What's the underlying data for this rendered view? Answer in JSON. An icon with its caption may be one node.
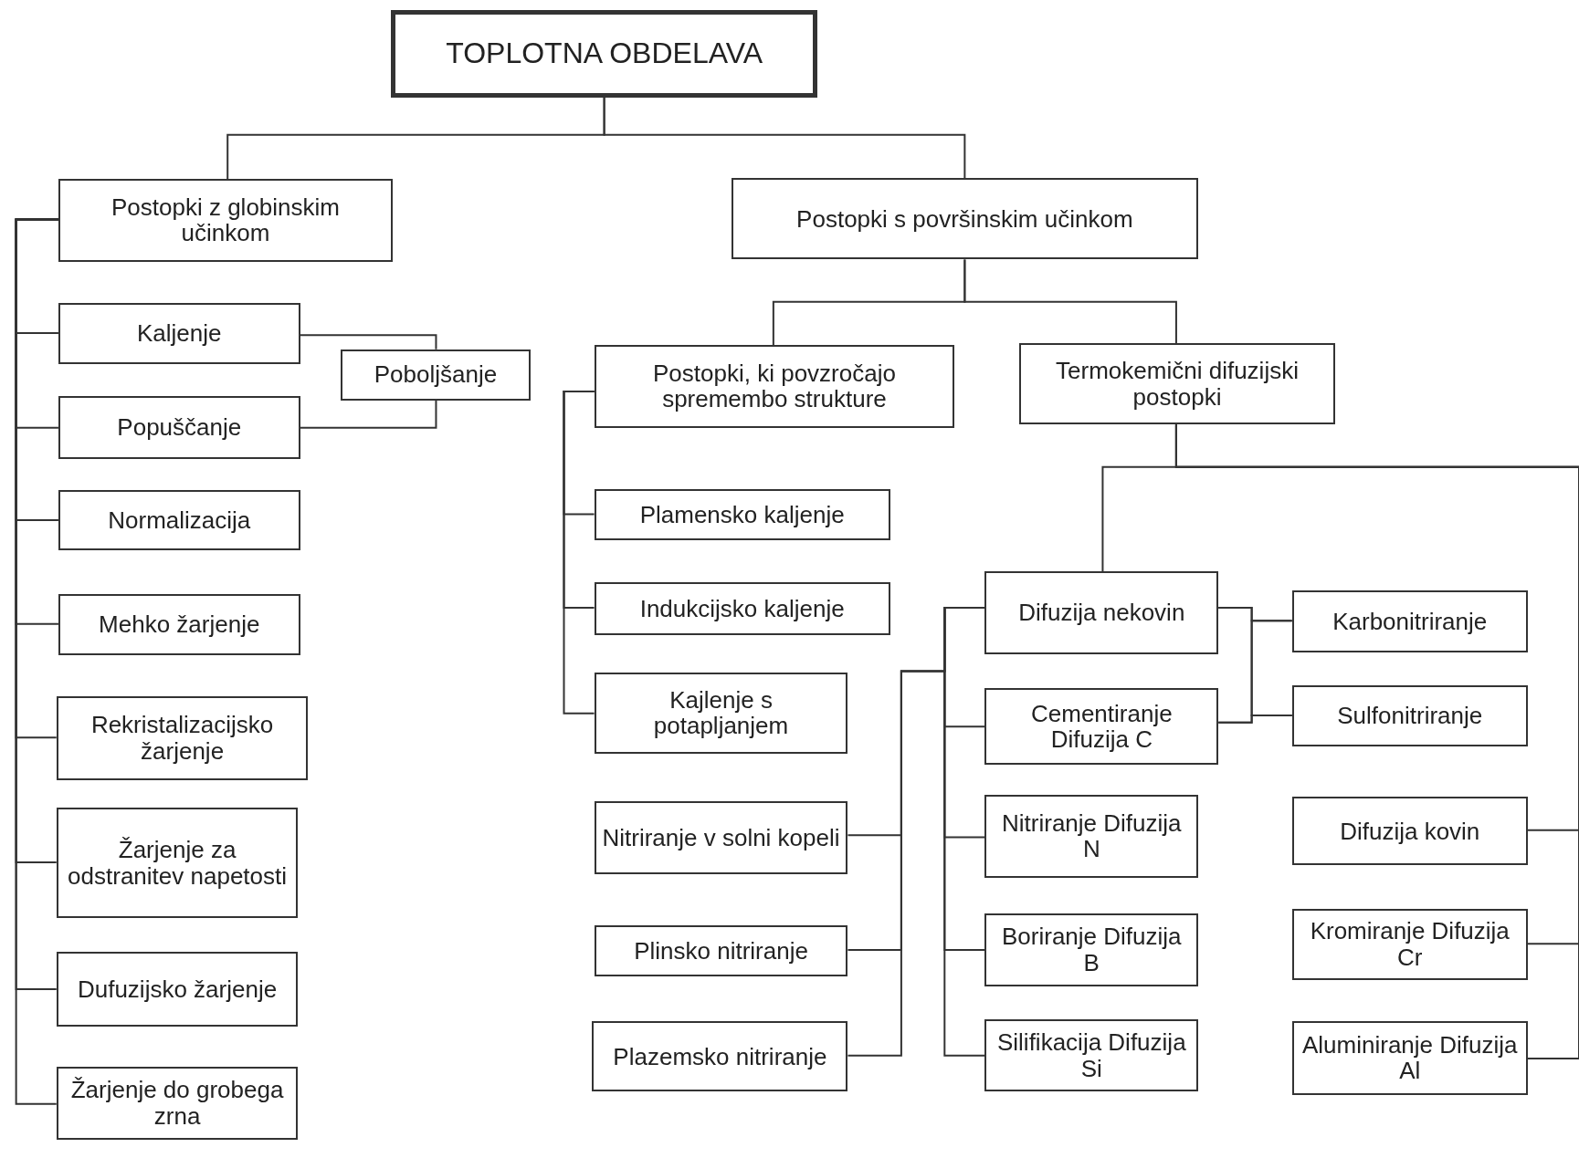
{
  "diagram": {
    "nodes": [
      {
        "text": [
          "TOPLOTNA OBDELAVA"
        ]
      },
      {
        "text": [
          "Postopki z globinskim učinkom"
        ]
      },
      {
        "text": [
          "Postopki s površinskim učinkom"
        ]
      },
      {
        "text": [
          "Kaljenje"
        ]
      },
      {
        "text": [
          "Poboljšanje"
        ]
      },
      {
        "text": [
          "Popuščanje"
        ]
      },
      {
        "text": [
          "Normalizacija"
        ]
      },
      {
        "text": [
          "Mehko žarjenje"
        ]
      },
      {
        "text": [
          "Rekristalizacijsko žarjenje"
        ]
      },
      {
        "text": [
          "Žarjenje za odstranitev napetosti"
        ]
      },
      {
        "text": [
          "Dufuzijsko žarjenje"
        ]
      },
      {
        "text": [
          "Žarjenje do grobega zrna"
        ]
      },
      {
        "text": [
          "Postopki, ki povzročajo spremembo strukture"
        ]
      },
      {
        "text": [
          "Termokemični difuzijski postopki"
        ]
      },
      {
        "text": [
          "Plamensko kaljenje"
        ]
      },
      {
        "text": [
          "Indukcijsko kaljenje"
        ]
      },
      {
        "text": [
          "Kajlenje s potapljanjem"
        ]
      },
      {
        "text": [
          "Nitriranje v solni kopeli"
        ]
      },
      {
        "text": [
          "Plinsko nitriranje"
        ]
      },
      {
        "text": [
          "Plazemsko nitriranje"
        ]
      },
      {
        "text": [
          "Difuzija nekovin"
        ]
      },
      {
        "text": [
          "Cementiranje Difuzija C"
        ]
      },
      {
        "text": [
          "Nitriranje Difuzija N"
        ]
      },
      {
        "text": [
          "Boriranje Difuzija B"
        ]
      },
      {
        "text": [
          "Silifikacija Difuzija Si"
        ]
      },
      {
        "text": [
          "Karbonitriranje"
        ]
      },
      {
        "text": [
          "Sulfonitriranje"
        ]
      },
      {
        "text": [
          "Difuzija kovin"
        ]
      },
      {
        "text": [
          "Kromiranje Difuzija Cr"
        ]
      },
      {
        "text": [
          "Aluminiranje Difuzija Al"
        ]
      }
    ],
    "edges": [
      {
        "from": 0,
        "to": 1,
        "arrow": "none"
      },
      {
        "from": 0,
        "to": 2,
        "arrow": "none"
      },
      {
        "from": 1,
        "to": 3,
        "arrow": "none"
      },
      {
        "from": 1,
        "to": 5,
        "arrow": "none"
      },
      {
        "from": 1,
        "to": 6,
        "arrow": "none"
      },
      {
        "from": 1,
        "to": 7,
        "arrow": "none"
      },
      {
        "from": 1,
        "to": 8,
        "arrow": "none"
      },
      {
        "from": 1,
        "to": 9,
        "arrow": "none"
      },
      {
        "from": 1,
        "to": 10,
        "arrow": "none"
      },
      {
        "from": 1,
        "to": 11,
        "arrow": "none"
      },
      {
        "from": 3,
        "to": 4,
        "arrow": "none"
      },
      {
        "from": 5,
        "to": 4,
        "arrow": "none"
      },
      {
        "from": 2,
        "to": 12,
        "arrow": "none"
      },
      {
        "from": 2,
        "to": 13,
        "arrow": "none"
      },
      {
        "from": 12,
        "to": 14,
        "arrow": "none"
      },
      {
        "from": 12,
        "to": 15,
        "arrow": "none"
      },
      {
        "from": 12,
        "to": 16,
        "arrow": "none"
      },
      {
        "from": 13,
        "to": 20,
        "arrow": "none"
      },
      {
        "from": 13,
        "to": 27,
        "arrow": "none"
      },
      {
        "from": 13,
        "to": 28,
        "arrow": "none"
      },
      {
        "from": 13,
        "to": 29,
        "arrow": "none"
      },
      {
        "from": 20,
        "to": 21,
        "arrow": "none"
      },
      {
        "from": 20,
        "to": 22,
        "arrow": "none"
      },
      {
        "from": 20,
        "to": 23,
        "arrow": "none"
      },
      {
        "from": 20,
        "to": 24,
        "arrow": "none"
      },
      {
        "from": 20,
        "to": 17,
        "arrow": "none"
      },
      {
        "from": 20,
        "to": 18,
        "arrow": "none"
      },
      {
        "from": 20,
        "to": 19,
        "arrow": "none"
      },
      {
        "from": 20,
        "to": 25,
        "arrow": "none"
      },
      {
        "from": 20,
        "to": 26,
        "arrow": "none"
      },
      {
        "from": 21,
        "to": 25,
        "arrow": "none"
      },
      {
        "from": 21,
        "to": 26,
        "arrow": "none"
      }
    ]
  }
}
